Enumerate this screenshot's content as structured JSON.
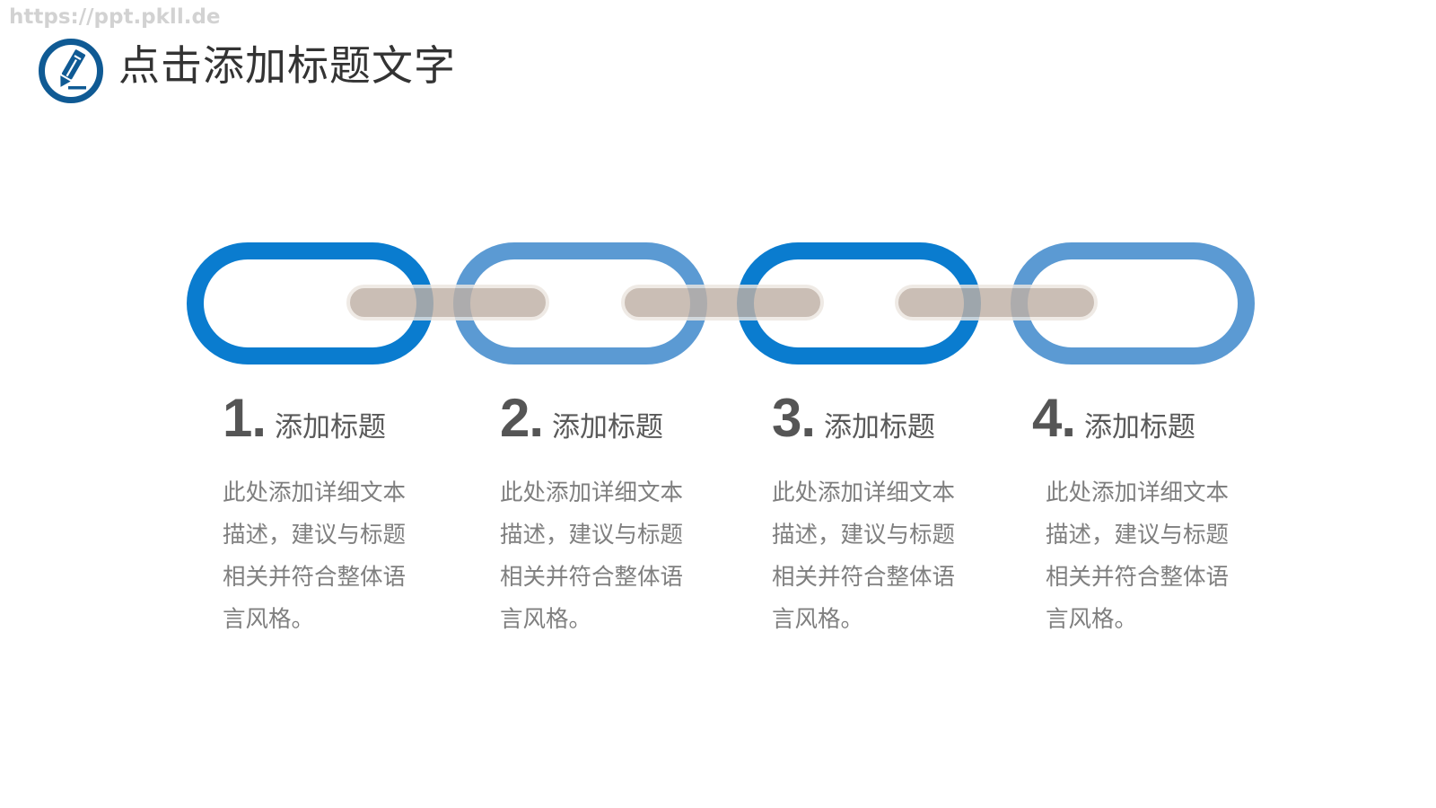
{
  "watermark": "https://ppt.pkll.de",
  "header": {
    "icon": "pencil-circle-icon",
    "title": "点击添加标题文字"
  },
  "colors": {
    "ring_dark": "#0a7ccf",
    "ring_light": "#5b9ad3",
    "bar": "#c8bbb1",
    "bar_border": "#e8e1db",
    "icon": "#0f5a94",
    "title_text": "#333333",
    "step_number": "#555555",
    "step_title": "#595959",
    "step_body": "#7f7f7f"
  },
  "chain": {
    "rings": [
      {
        "index": 1,
        "color": "ring_dark"
      },
      {
        "index": 2,
        "color": "ring_light"
      },
      {
        "index": 3,
        "color": "ring_dark"
      },
      {
        "index": 4,
        "color": "ring_light"
      }
    ],
    "connectors": 3
  },
  "steps": [
    {
      "number": "1.",
      "title": "添加标题",
      "lines": [
        "此处添加详细文本",
        "描述，建议与标题",
        "相关并符合整体语",
        "言风格。"
      ]
    },
    {
      "number": "2.",
      "title": "添加标题",
      "lines": [
        "此处添加详细文本",
        "描述，建议与标题",
        "相关并符合整体语",
        "言风格。"
      ]
    },
    {
      "number": "3.",
      "title": "添加标题",
      "lines": [
        "此处添加详细文本",
        "描述，建议与标题",
        "相关并符合整体语",
        "言风格。"
      ]
    },
    {
      "number": "4.",
      "title": "添加标题",
      "lines": [
        "此处添加详细文本",
        "描述，建议与标题",
        "相关并符合整体语",
        "言风格。"
      ]
    }
  ]
}
